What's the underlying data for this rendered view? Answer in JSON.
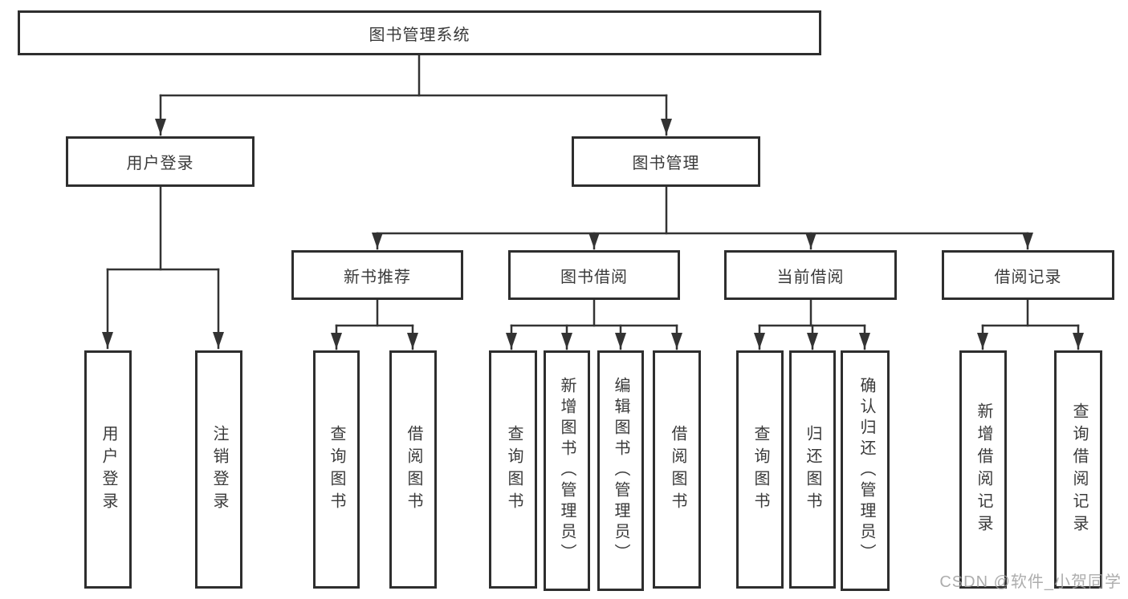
{
  "diagram": {
    "root_label": "图书管理系统",
    "user_login": {
      "label": "用户登录",
      "children": [
        "用户登录",
        "注销登录"
      ]
    },
    "book_mgmt": {
      "label": "图书管理",
      "sections": [
        {
          "label": "新书推荐",
          "children": [
            "查询图书",
            "借阅图书"
          ]
        },
        {
          "label": "图书借阅",
          "children": [
            "查询图书",
            "新增图书（管理员）",
            "编辑图书（管理员）",
            "借阅图书"
          ]
        },
        {
          "label": "当前借阅",
          "children": [
            "查询图书",
            "归还图书",
            "确认归还（管理员）"
          ]
        },
        {
          "label": "借阅记录",
          "children": [
            "新增借阅记录",
            "查询借阅记录"
          ]
        }
      ]
    },
    "watermark": "CSDN @软件_小贺同学",
    "colors": {
      "line": "#333333",
      "border": "#2e2e2e",
      "text": "#3a3a3a",
      "watermark": "#9f9f9f"
    }
  }
}
